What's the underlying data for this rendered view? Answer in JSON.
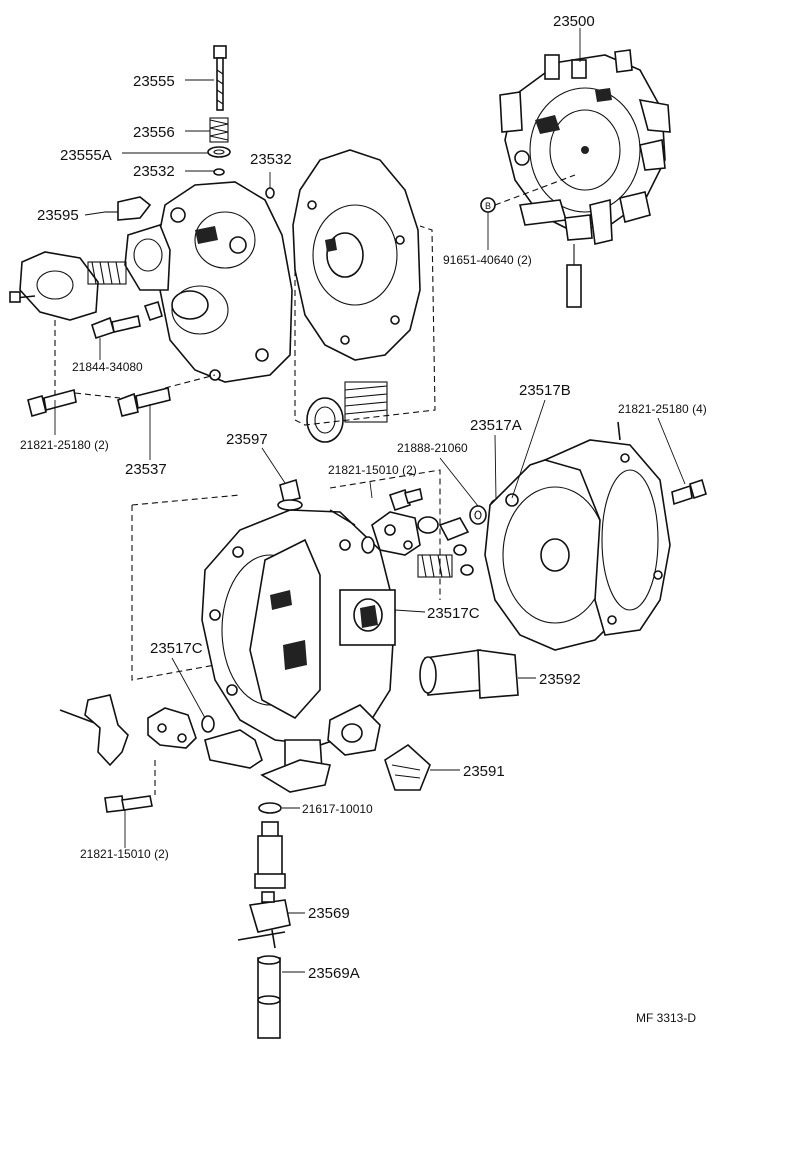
{
  "diagram": {
    "figure_code": "MF 3313-D",
    "part_labels": {
      "p23500": "23500",
      "p23555": "23555",
      "p23556": "23556",
      "p23555A": "23555A",
      "p23532a": "23532",
      "p23532b": "23532",
      "p23595": "23595",
      "p91651": "91651-40640 (2)",
      "p21844": "21844-34080",
      "p21821_25180_2": "21821-25180 (2)",
      "p23537": "23537",
      "p23597": "23597",
      "p21821_15010_2a": "21821-15010 (2)",
      "p21888": "21888-21060",
      "p23517A": "23517A",
      "p23517B": "23517B",
      "p21821_25180_4": "21821-25180 (4)",
      "p23517C_right": "23517C",
      "p23517C_left": "23517C",
      "p23592": "23592",
      "p23591": "23591",
      "p21617": "21617-10010",
      "p21821_15010_2b": "21821-15010 (2)",
      "p23569": "23569",
      "p23569A": "23569A"
    },
    "symbols": {
      "circled_b": "B"
    }
  }
}
